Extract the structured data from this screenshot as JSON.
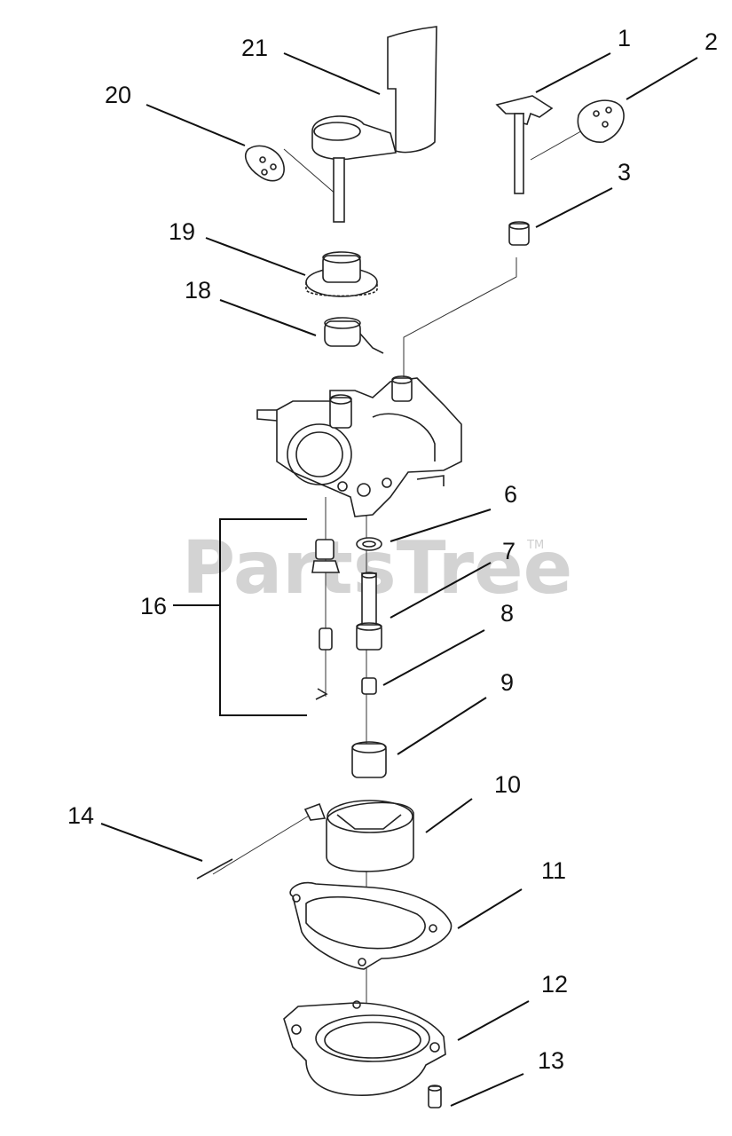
{
  "watermark": {
    "text": "PartsTree",
    "tm": "TM"
  },
  "callouts": [
    {
      "id": "1",
      "label": "1"
    },
    {
      "id": "2",
      "label": "2"
    },
    {
      "id": "3",
      "label": "3"
    },
    {
      "id": "6",
      "label": "6"
    },
    {
      "id": "7",
      "label": "7"
    },
    {
      "id": "8",
      "label": "8"
    },
    {
      "id": "9",
      "label": "9"
    },
    {
      "id": "10",
      "label": "10"
    },
    {
      "id": "11",
      "label": "11"
    },
    {
      "id": "12",
      "label": "12"
    },
    {
      "id": "13",
      "label": "13"
    },
    {
      "id": "14",
      "label": "14"
    },
    {
      "id": "16",
      "label": "16"
    },
    {
      "id": "18",
      "label": "18"
    },
    {
      "id": "19",
      "label": "19"
    },
    {
      "id": "20",
      "label": "20"
    },
    {
      "id": "21",
      "label": "21"
    }
  ]
}
